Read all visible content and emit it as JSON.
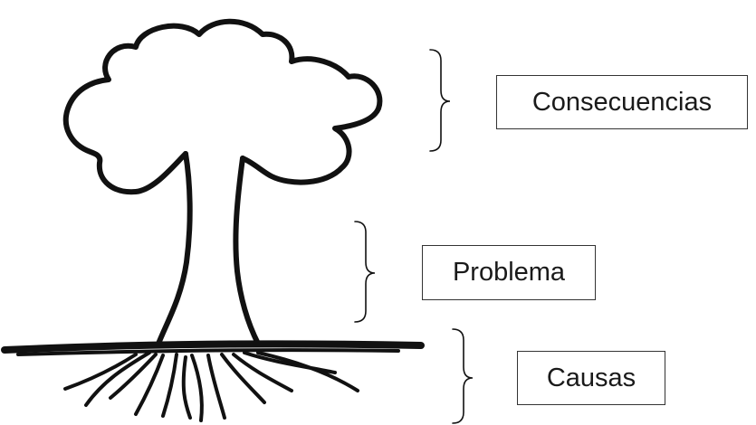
{
  "labels": {
    "consequences": "Consecuencias",
    "problem": "Problema",
    "causes": "Causas"
  },
  "colors": {
    "ink": "#111111",
    "box_border": "#333333",
    "background": "#ffffff"
  }
}
